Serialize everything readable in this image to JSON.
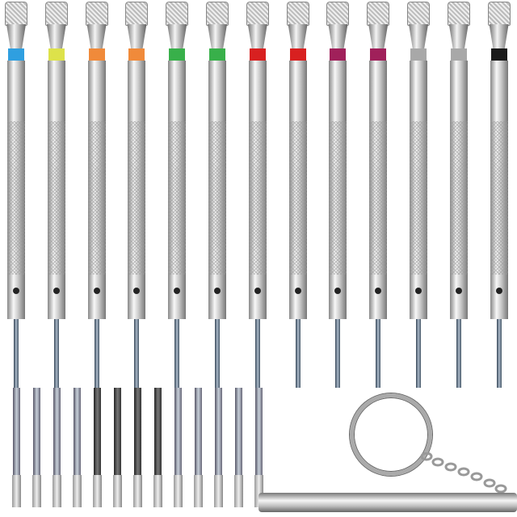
{
  "product": {
    "screwdriver_band_colors": [
      "#2f9fe0",
      "#dde24a",
      "#f08a3a",
      "#f08a3a",
      "#38b04a",
      "#38b04a",
      "#d82020",
      "#d82020",
      "#a0205a",
      "#a0205a",
      "#a8a8a8",
      "#a8a8a8",
      "#1a1a1a"
    ],
    "screwdriver_tip_types": [
      "flat",
      "flat",
      "flat",
      "flat",
      "phillips",
      "phillips",
      "phillips",
      "flat",
      "flat",
      "flat",
      "phillips",
      "phillips",
      "flat"
    ],
    "loose_bit_count": 13,
    "includes_keyring_holder": true
  }
}
